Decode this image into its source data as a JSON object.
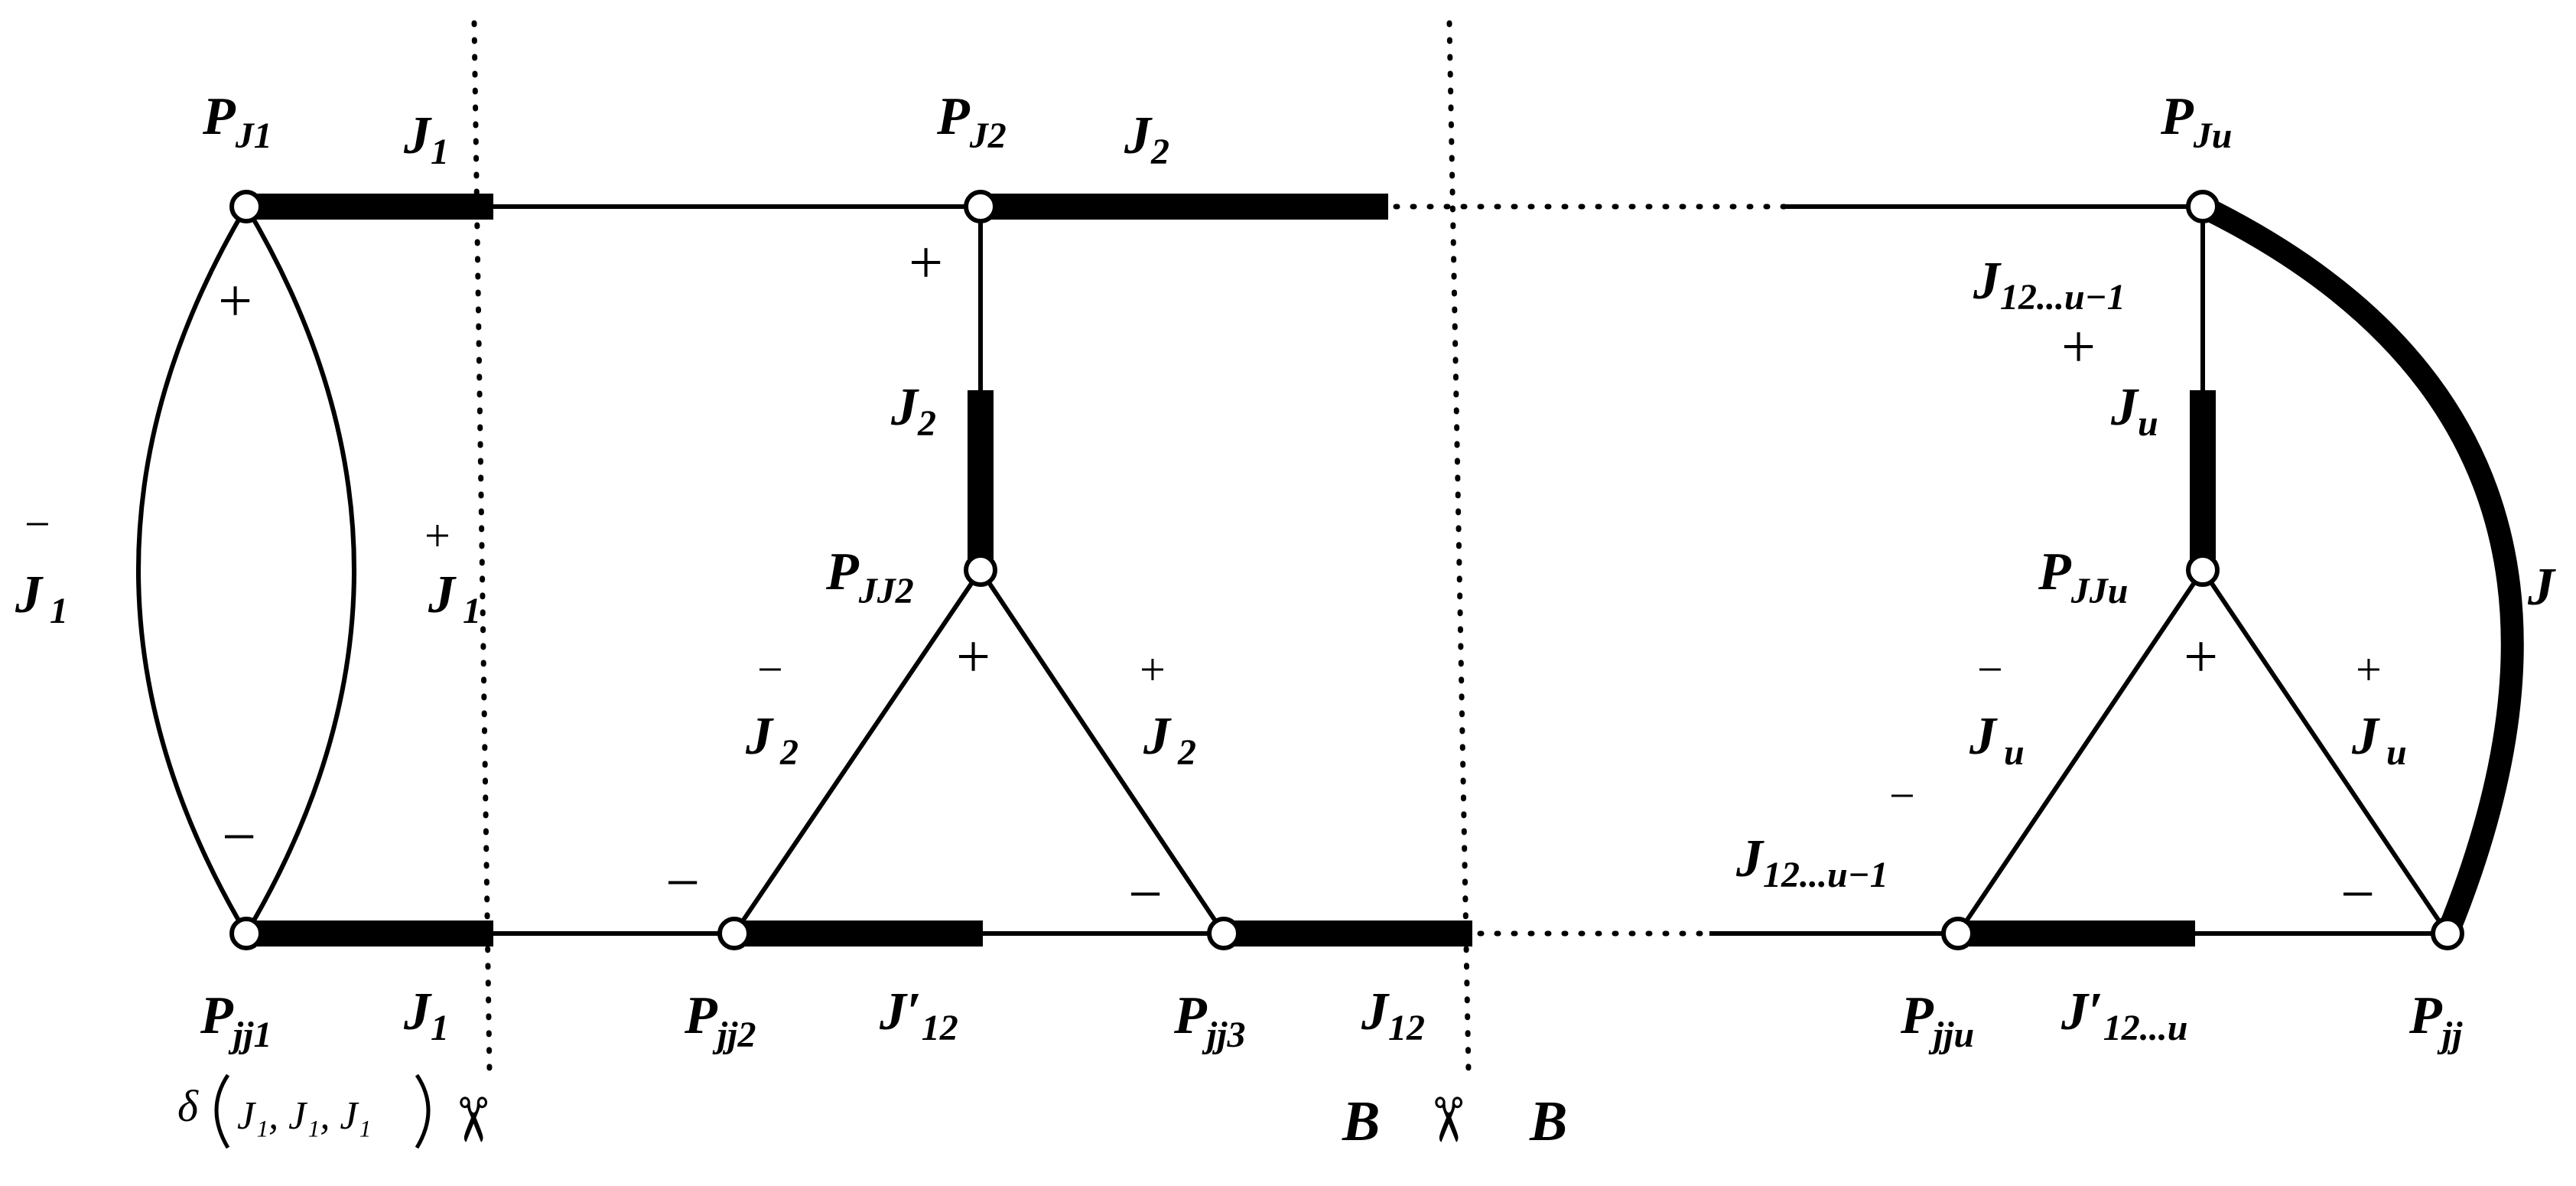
{
  "nodes": {
    "pj1": "P",
    "pj1_sub": "J1",
    "pj2": "P",
    "pj2_sub": "J2",
    "pju": "P",
    "pju_sub": "Ju",
    "pjj2top": "P",
    "pjj2top_sub": "JJ2",
    "pjju": "P",
    "pjju_sub": "JJu",
    "pjj1": "P",
    "pjj1_sub": "jj1",
    "pjj2": "P",
    "pjj2_sub": "jj2",
    "pjj3": "P",
    "pjj3_sub": "jj3",
    "pjjuBottom": "P",
    "pjjuBottom_sub": "jju",
    "pjj": "P",
    "pjj_sub": "jj"
  },
  "edges": {
    "j1_top": "J",
    "j1_top_sub": "1",
    "j2_top": "J",
    "j2_top_sub": "2",
    "j2_vert": "J",
    "j2_vert_sub": "2",
    "ju_vert": "J",
    "ju_vert_sub": "u",
    "j12u1_top": "J",
    "j12u1_top_sub": "12...u−1",
    "j_big": "J",
    "j1_minus": "J",
    "j1_minus_sub": "1",
    "j1_minus_accent": "−",
    "j1_plus": "J",
    "j1_plus_sub": "1",
    "j1_plus_accent": "+",
    "j2_minus": "J",
    "j2_minus_sub": "2",
    "j2_minus_accent": "−",
    "j2_plus": "J",
    "j2_plus_sub": "2",
    "j2_plus_accent": "+",
    "ju_minus": "J",
    "ju_minus_sub": "u",
    "ju_minus_accent": "−",
    "ju_plus": "J",
    "ju_plus_sub": "u",
    "ju_plus_accent": "+",
    "j12u1_bottom": "J",
    "j12u1_bottom_sub": "12...u−1",
    "j12u1_bottom_accent": "−",
    "j1_bottom": "J",
    "j1_bottom_sub": "1",
    "j12p": "J′",
    "j12p_sub": "12",
    "j12": "J",
    "j12_sub": "12",
    "j12up": "J′",
    "j12up_sub": "12...u"
  },
  "signs": {
    "plus": "+",
    "minus": "−"
  },
  "footer": {
    "delta": "δ",
    "delta_args": "J₁, J₁, J₁",
    "b_left": "B",
    "b_right": "B",
    "scissors": "✂"
  }
}
